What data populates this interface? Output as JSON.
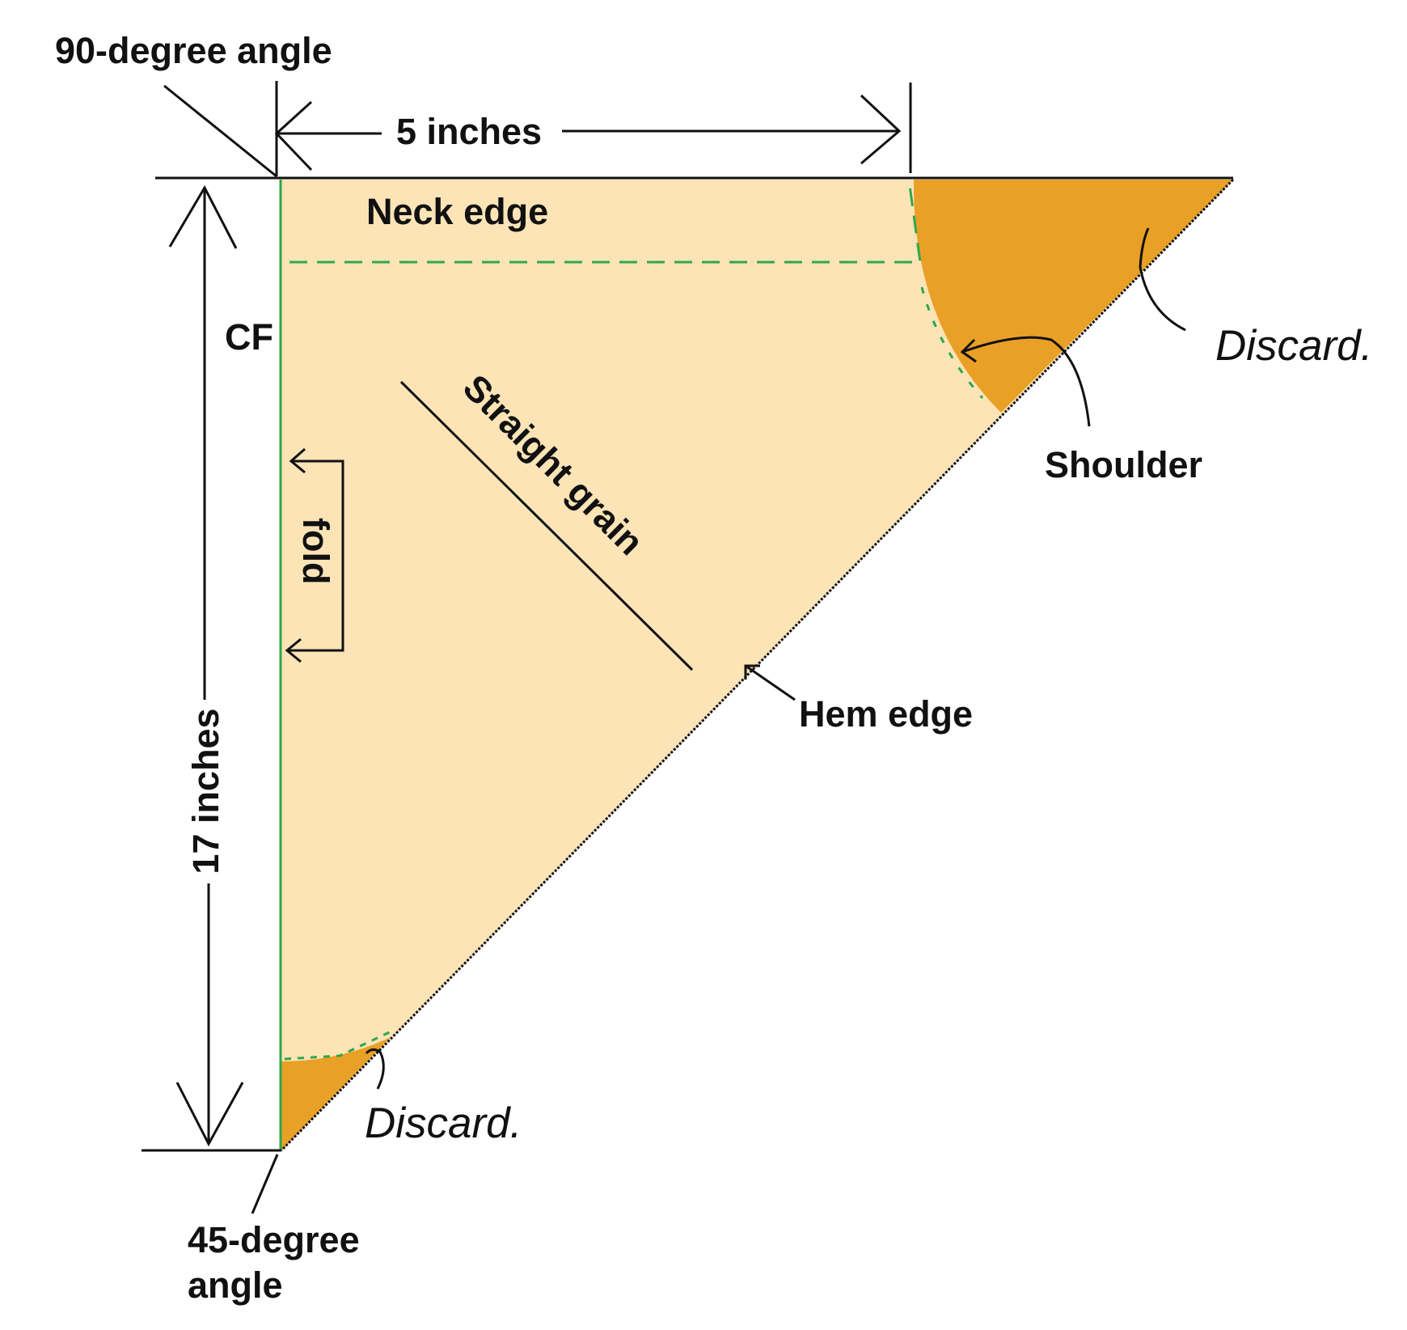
{
  "diagram": {
    "labels": {
      "angle_90": "90-degree angle",
      "width": "5 inches",
      "neck_edge": "Neck edge",
      "cf": "CF",
      "straight_grain": "Straight grain",
      "fold": "fold",
      "hem_edge": "Hem edge",
      "shoulder": "Shoulder",
      "discard_top": "Discard.",
      "discard_bottom": "Discard.",
      "height": "17 inches",
      "angle_45_line1": "45-degree",
      "angle_45_line2": "angle"
    },
    "colors": {
      "pattern_fill": "#FDE4B7",
      "discard_fill": "#E9A026",
      "seam_line": "#2DA84A",
      "line": "#111111"
    }
  }
}
